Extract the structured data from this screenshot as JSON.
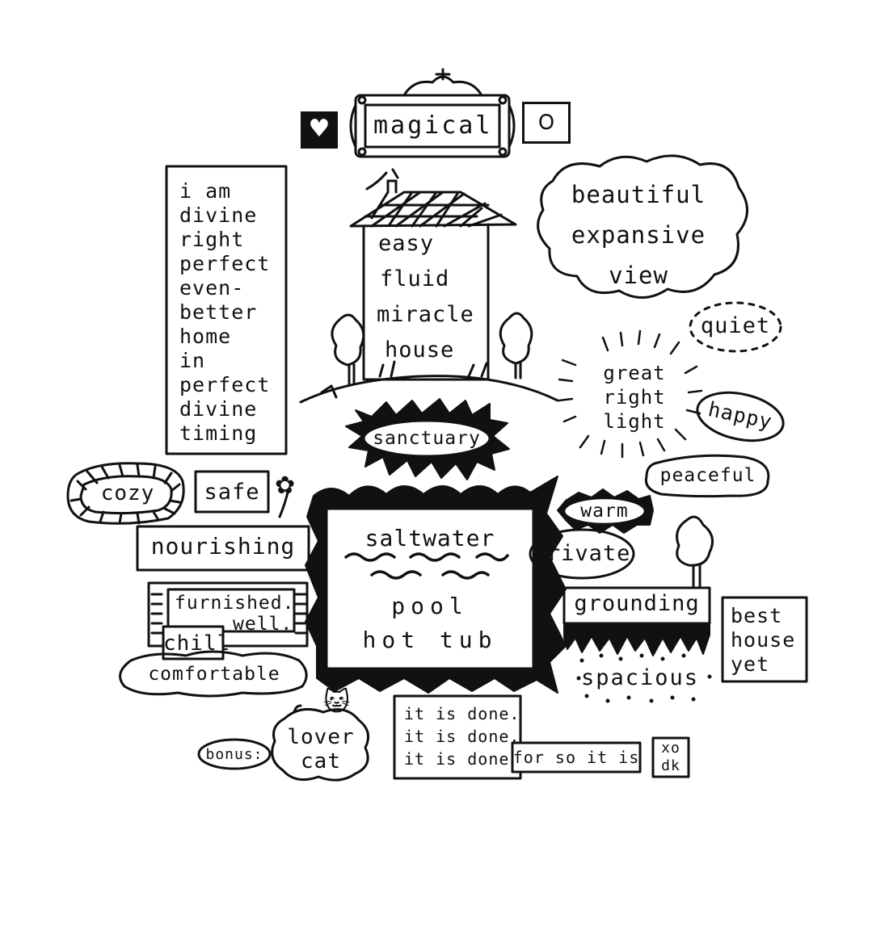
{
  "heart_icon": "♥",
  "spiral_icon": "౦",
  "flower_icon": "✿",
  "cat_icon": "🐱",
  "magical": "magical",
  "affirmation_lines": [
    "i am",
    "divine",
    "right",
    "perfect",
    "even-",
    "better",
    "home",
    "in",
    "perfect",
    "divine",
    "timing"
  ],
  "house_words": [
    "easy",
    "fluid",
    "miracle",
    "house"
  ],
  "view_lines": [
    "beautiful",
    "expansive",
    "view"
  ],
  "quiet": "quiet",
  "light_lines": [
    "great",
    "right",
    "light"
  ],
  "happy": "happy",
  "sanctuary": "sanctuary",
  "peaceful": "peaceful",
  "cozy": "cozy",
  "safe": "safe",
  "nourishing": "nourishing",
  "pool_lines": [
    "saltwater",
    "pool",
    "hot tub"
  ],
  "warm": "warm",
  "private": "private",
  "grounding": "grounding",
  "best_lines": [
    "best",
    "house",
    "yet"
  ],
  "furnished_lines": [
    "furnished.",
    "well."
  ],
  "chill": "chill",
  "comfortable": "comfortable",
  "spacious": "spacious",
  "bonus": "bonus:",
  "lover_lines": [
    "lover",
    "cat"
  ],
  "done_lines": [
    "it is done.",
    "it is done.",
    "it is done"
  ],
  "for_so_it_is": "for so it is",
  "signature_lines": [
    "xo",
    "dk"
  ]
}
